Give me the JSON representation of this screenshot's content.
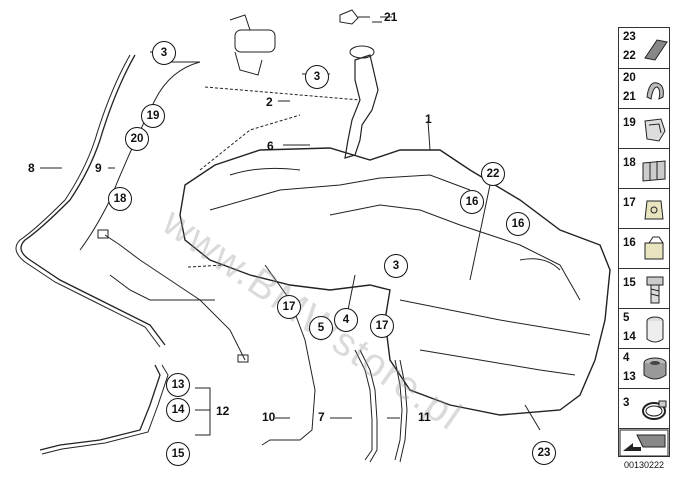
{
  "diagram": {
    "callouts": {
      "c1": "1",
      "c2": "2",
      "c3a": "3",
      "c3b": "3",
      "c3c": "3",
      "c4": "4",
      "c5": "5",
      "c6": "6",
      "c7": "7",
      "c8": "8",
      "c9": "9",
      "c10": "10",
      "c11": "11",
      "c12": "12",
      "c13": "13",
      "c14": "14",
      "c15": "15",
      "c16a": "16",
      "c16b": "16",
      "c17a": "17",
      "c17b": "17",
      "c18": "18",
      "c19": "19",
      "c20": "20",
      "c21": "21",
      "c22": "22",
      "c23": "23"
    }
  },
  "sidebar": {
    "cells": [
      {
        "top": "23",
        "bottom": "22"
      },
      {
        "top": "20",
        "bottom": "21"
      },
      {
        "top": "19"
      },
      {
        "top": "18"
      },
      {
        "top": "17"
      },
      {
        "top": "16"
      },
      {
        "top": "15"
      },
      {
        "top": "5",
        "bottom": "14"
      },
      {
        "top": "4",
        "bottom": "13"
      },
      {
        "top": "3"
      }
    ]
  },
  "catalog_number": "00130222",
  "watermark": "www.BMWstore.pl"
}
